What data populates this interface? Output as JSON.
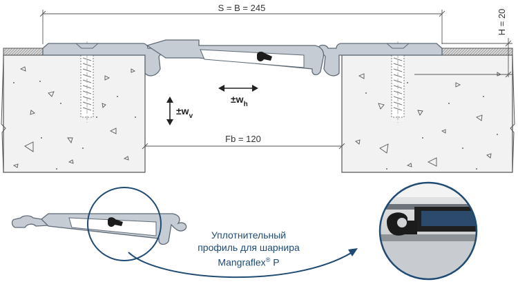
{
  "dimensions": {
    "overall_width": "S = B = 245",
    "height": "H = 20",
    "gap_width": "Fb = 120"
  },
  "movements": {
    "horizontal_symbol": "±w",
    "horizontal_subscript": "h",
    "vertical_symbol": "±w",
    "vertical_subscript": "v"
  },
  "caption": {
    "line1": "Уплотнительный",
    "line2": "профиль для шарнира",
    "line3_brand": "Mangraflex",
    "line3_mark": "®",
    "line3_suffix": " P"
  },
  "colors": {
    "profile_fill": "#c5ccd3",
    "profile_stroke": "#5e6a76",
    "concrete_fill": "#f2f2f2",
    "seal_dark": "#1c1c1c",
    "caption_blue": "#1f4a73"
  }
}
